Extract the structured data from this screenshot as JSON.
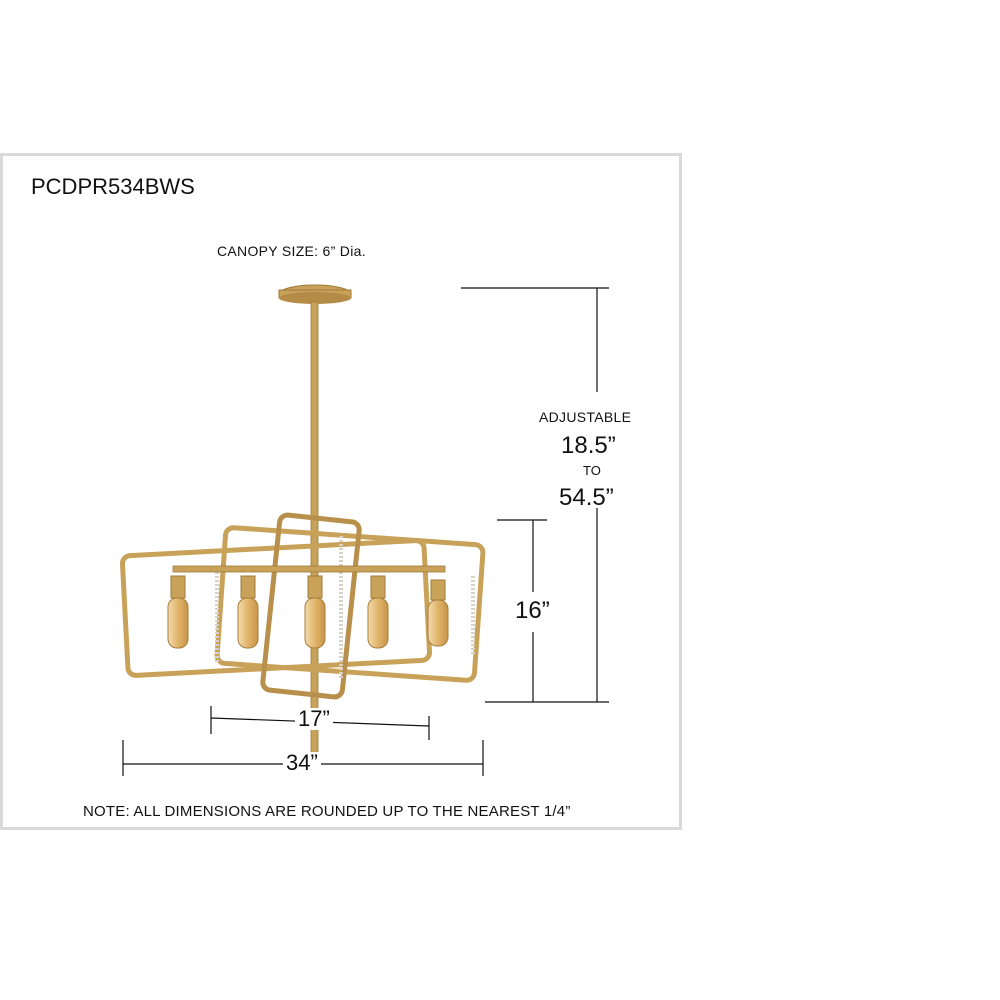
{
  "model_number": "PCDPR534BWS",
  "canopy_size": "CANOPY SIZE:  6” Dia.",
  "dimensions": {
    "adjustable_label": "ADJUSTABLE",
    "adjustable_min": "18.5”",
    "adjustable_to": "TO",
    "adjustable_max": "54.5”",
    "height": "16”",
    "inner_width": "17”",
    "overall_width": "34”"
  },
  "note": "NOTE: ALL DIMENSIONS ARE ROUNDED UP TO THE NEAREST 1/4”",
  "colors": {
    "brass": "#c9a25a",
    "brass_dark": "#9e7a3a",
    "bulb": "#e0b46a",
    "dimension_line": "#111111",
    "panel_border": "#d9d9d9"
  }
}
